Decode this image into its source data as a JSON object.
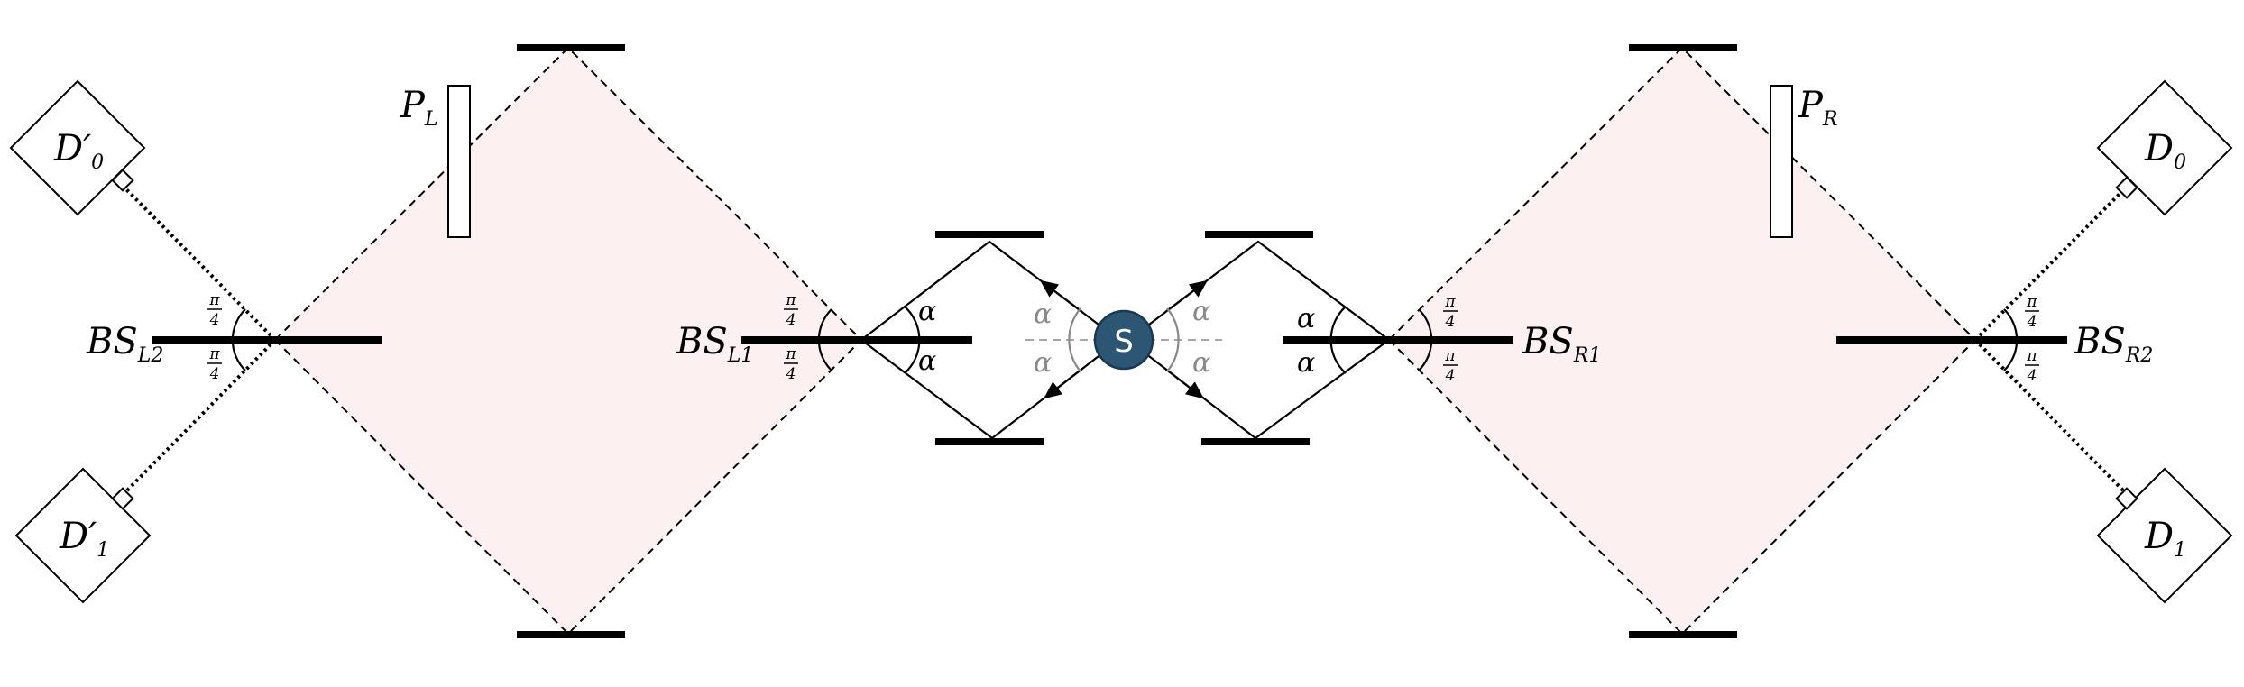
{
  "source": {
    "label": "S",
    "fill": "#2d5574",
    "stroke": "#1b3850"
  },
  "region_fill": "#fcf1f0",
  "alpha_symbol": "α",
  "inner_alpha_color": "#888888",
  "pi_num": "π",
  "pi_den": "4",
  "beam_splitters": {
    "bs_l2": {
      "main": "BS",
      "sub": "L2"
    },
    "bs_l1": {
      "main": "BS",
      "sub": "L1"
    },
    "bs_r1": {
      "main": "BS",
      "sub": "R1"
    },
    "bs_r2": {
      "main": "BS",
      "sub": "R2"
    }
  },
  "polarizers": {
    "p_l": {
      "main": "P",
      "sub": "L"
    },
    "p_r": {
      "main": "P",
      "sub": "R"
    }
  },
  "detectors": {
    "d0p": {
      "main": "D′",
      "sub": "0"
    },
    "d1p": {
      "main": "D′",
      "sub": "1"
    },
    "d0": {
      "main": "D",
      "sub": "0"
    },
    "d1": {
      "main": "D",
      "sub": "1"
    }
  }
}
